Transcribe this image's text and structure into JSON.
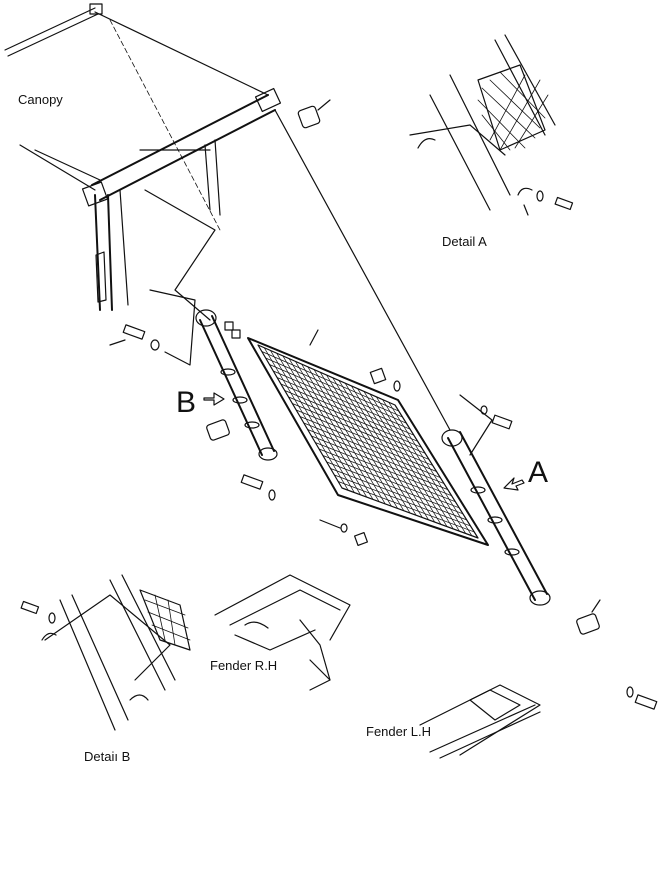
{
  "labels": {
    "canopy": "Canopy",
    "detail_a": "Detail  A",
    "detail_b": "Detaiı B",
    "fender_rh": "Fender R.H",
    "fender_lh": "Fender L.H",
    "callout_a": "A",
    "callout_b": "B"
  },
  "icons": {
    "arrow_a": "arrow-left-icon",
    "arrow_b": "arrow-right-icon"
  },
  "colors": {
    "ink": "#111111",
    "background": "#ffffff"
  }
}
